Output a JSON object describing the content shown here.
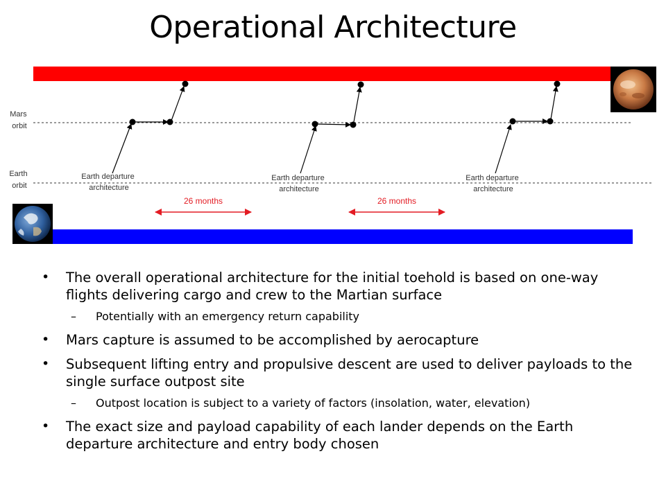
{
  "slide": {
    "title": "Operational Architecture"
  },
  "diagram": {
    "mars_orbit_label": [
      "Mars",
      "orbit"
    ],
    "earth_orbit_label": [
      "Earth",
      "orbit"
    ],
    "departure_labels": [
      [
        "Earth departure",
        "architecture"
      ],
      [
        "Earth departure",
        "architecture"
      ],
      [
        "Earth departure",
        "architecture"
      ]
    ],
    "interval_labels": [
      "26 months",
      "26 months"
    ],
    "colors": {
      "mars_bar": "#ff0000",
      "earth_bar": "#0000ff",
      "interval": "#e31b23"
    },
    "icons": [
      "mars-planet-icon",
      "earth-planet-icon"
    ]
  },
  "bullets": [
    {
      "level": 1,
      "text": "The overall operational architecture for the initial toehold is based on one-way flights delivering cargo and crew to the Martian surface"
    },
    {
      "level": 2,
      "text": "Potentially with an emergency return capability"
    },
    {
      "level": 1,
      "text": "Mars capture is assumed to be accomplished by aerocapture"
    },
    {
      "level": 1,
      "text": "Subsequent lifting entry and propulsive descent are used to deliver payloads to the single surface outpost site"
    },
    {
      "level": 2,
      "text": "Outpost location is subject to a variety of factors (insolation, water, elevation)"
    },
    {
      "level": 1,
      "text": "The exact size and payload capability of each lander depends on the Earth departure architecture and entry body chosen"
    }
  ]
}
